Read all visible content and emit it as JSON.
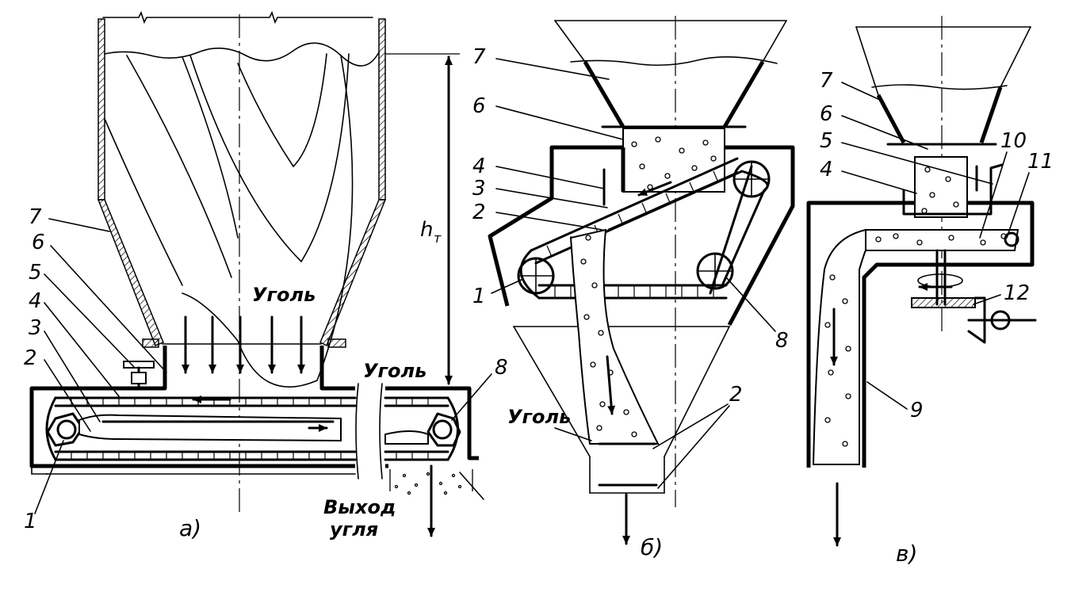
{
  "figure": {
    "panels": [
      {
        "id": "a",
        "caption": "а)",
        "labels": [
          "1",
          "2",
          "3",
          "4",
          "5",
          "6",
          "7",
          "8"
        ],
        "texts": {
          "coal_top": "Уголь",
          "coal_right": "Уголь",
          "outlet_line1": "Выход",
          "outlet_line2": "угля",
          "height_symbol": "h",
          "height_subscript": "т"
        }
      },
      {
        "id": "b",
        "caption": "б)",
        "labels": [
          "7",
          "6",
          "4",
          "3",
          "2",
          "1",
          "8",
          "2"
        ],
        "texts": {
          "coal": "Уголь"
        }
      },
      {
        "id": "c",
        "caption": "в)",
        "labels": [
          "7",
          "6",
          "5",
          "4",
          "10",
          "11",
          "12",
          "9"
        ]
      }
    ]
  }
}
